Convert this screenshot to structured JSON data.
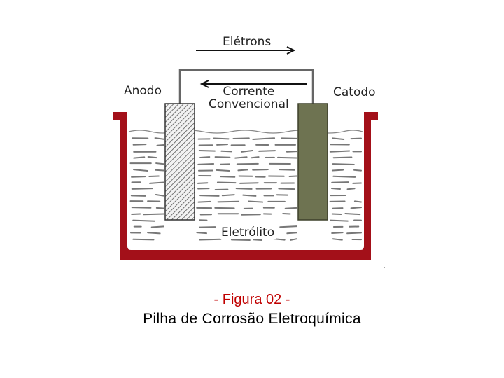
{
  "diagram": {
    "electrons_label": "Elétrons",
    "anode_label": "Anodo",
    "cathode_label": "Catodo",
    "current_label_line1": "Corrente",
    "current_label_line2": "Convencional",
    "electrolyte_label": "Eletrólito",
    "colors": {
      "container": "#a31019",
      "cathode": "#6e7351",
      "anode_hatch": "#555555",
      "electrolyte_dash": "#777777"
    }
  },
  "caption": {
    "figure_number": "- Figura 02 -",
    "title": "Pilha de Corrosão Eletroquímica",
    "number_color": "#c00000"
  }
}
